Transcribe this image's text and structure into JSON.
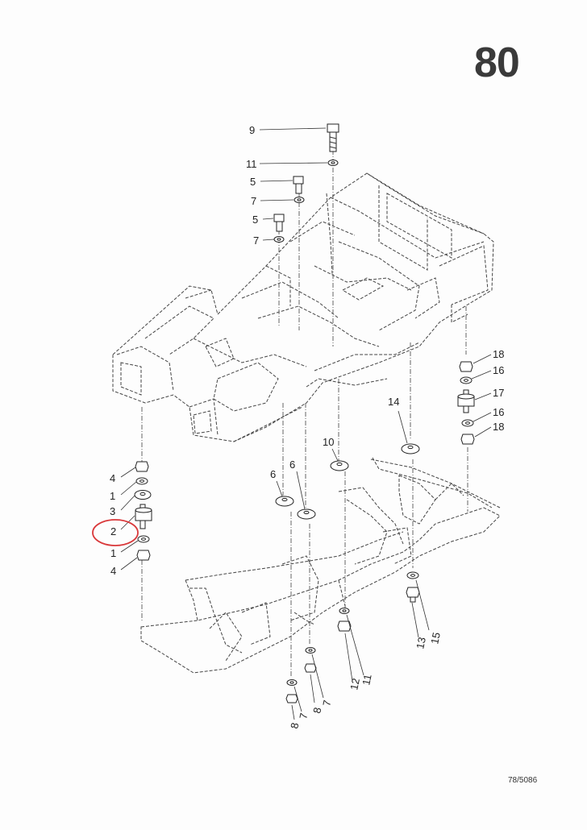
{
  "page_number": "80",
  "drawing_reference": "78/5086",
  "callouts": [
    "9",
    "11",
    "5",
    "7",
    "5",
    "7",
    "18",
    "16",
    "17",
    "16",
    "18",
    "14",
    "10",
    "6",
    "6",
    "4",
    "1",
    "3",
    "2",
    "1",
    "4",
    "13",
    "15",
    "12",
    "11",
    "8",
    "7",
    "8",
    "7"
  ],
  "highlight_color": "#d9383a"
}
